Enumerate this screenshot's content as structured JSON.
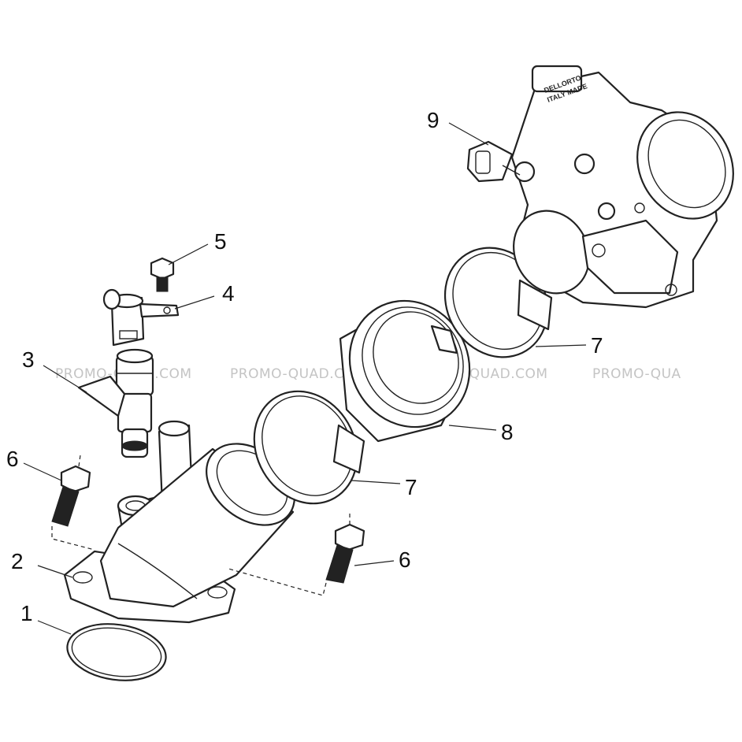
{
  "callouts": [
    {
      "id": "1",
      "text": "1"
    },
    {
      "id": "2",
      "text": "2"
    },
    {
      "id": "3",
      "text": "3"
    },
    {
      "id": "4",
      "text": "4"
    },
    {
      "id": "5",
      "text": "5"
    },
    {
      "id": "6a",
      "text": "6"
    },
    {
      "id": "6b",
      "text": "6"
    },
    {
      "id": "7a",
      "text": "7"
    },
    {
      "id": "7b",
      "text": "7"
    },
    {
      "id": "8",
      "text": "8"
    },
    {
      "id": "9",
      "text": "9"
    }
  ],
  "watermark": {
    "text_1": "PROMO-QUAD.COM",
    "text_2": "PROMO-QUAD.COM",
    "text_3": "PROMO-QUAD.COM",
    "text_4": "PROMO-QUA",
    "color": "#c4c4c4"
  },
  "throttle_body_stamp": {
    "line_1": "DELLORTO",
    "line_2": "ITALY MADE"
  }
}
